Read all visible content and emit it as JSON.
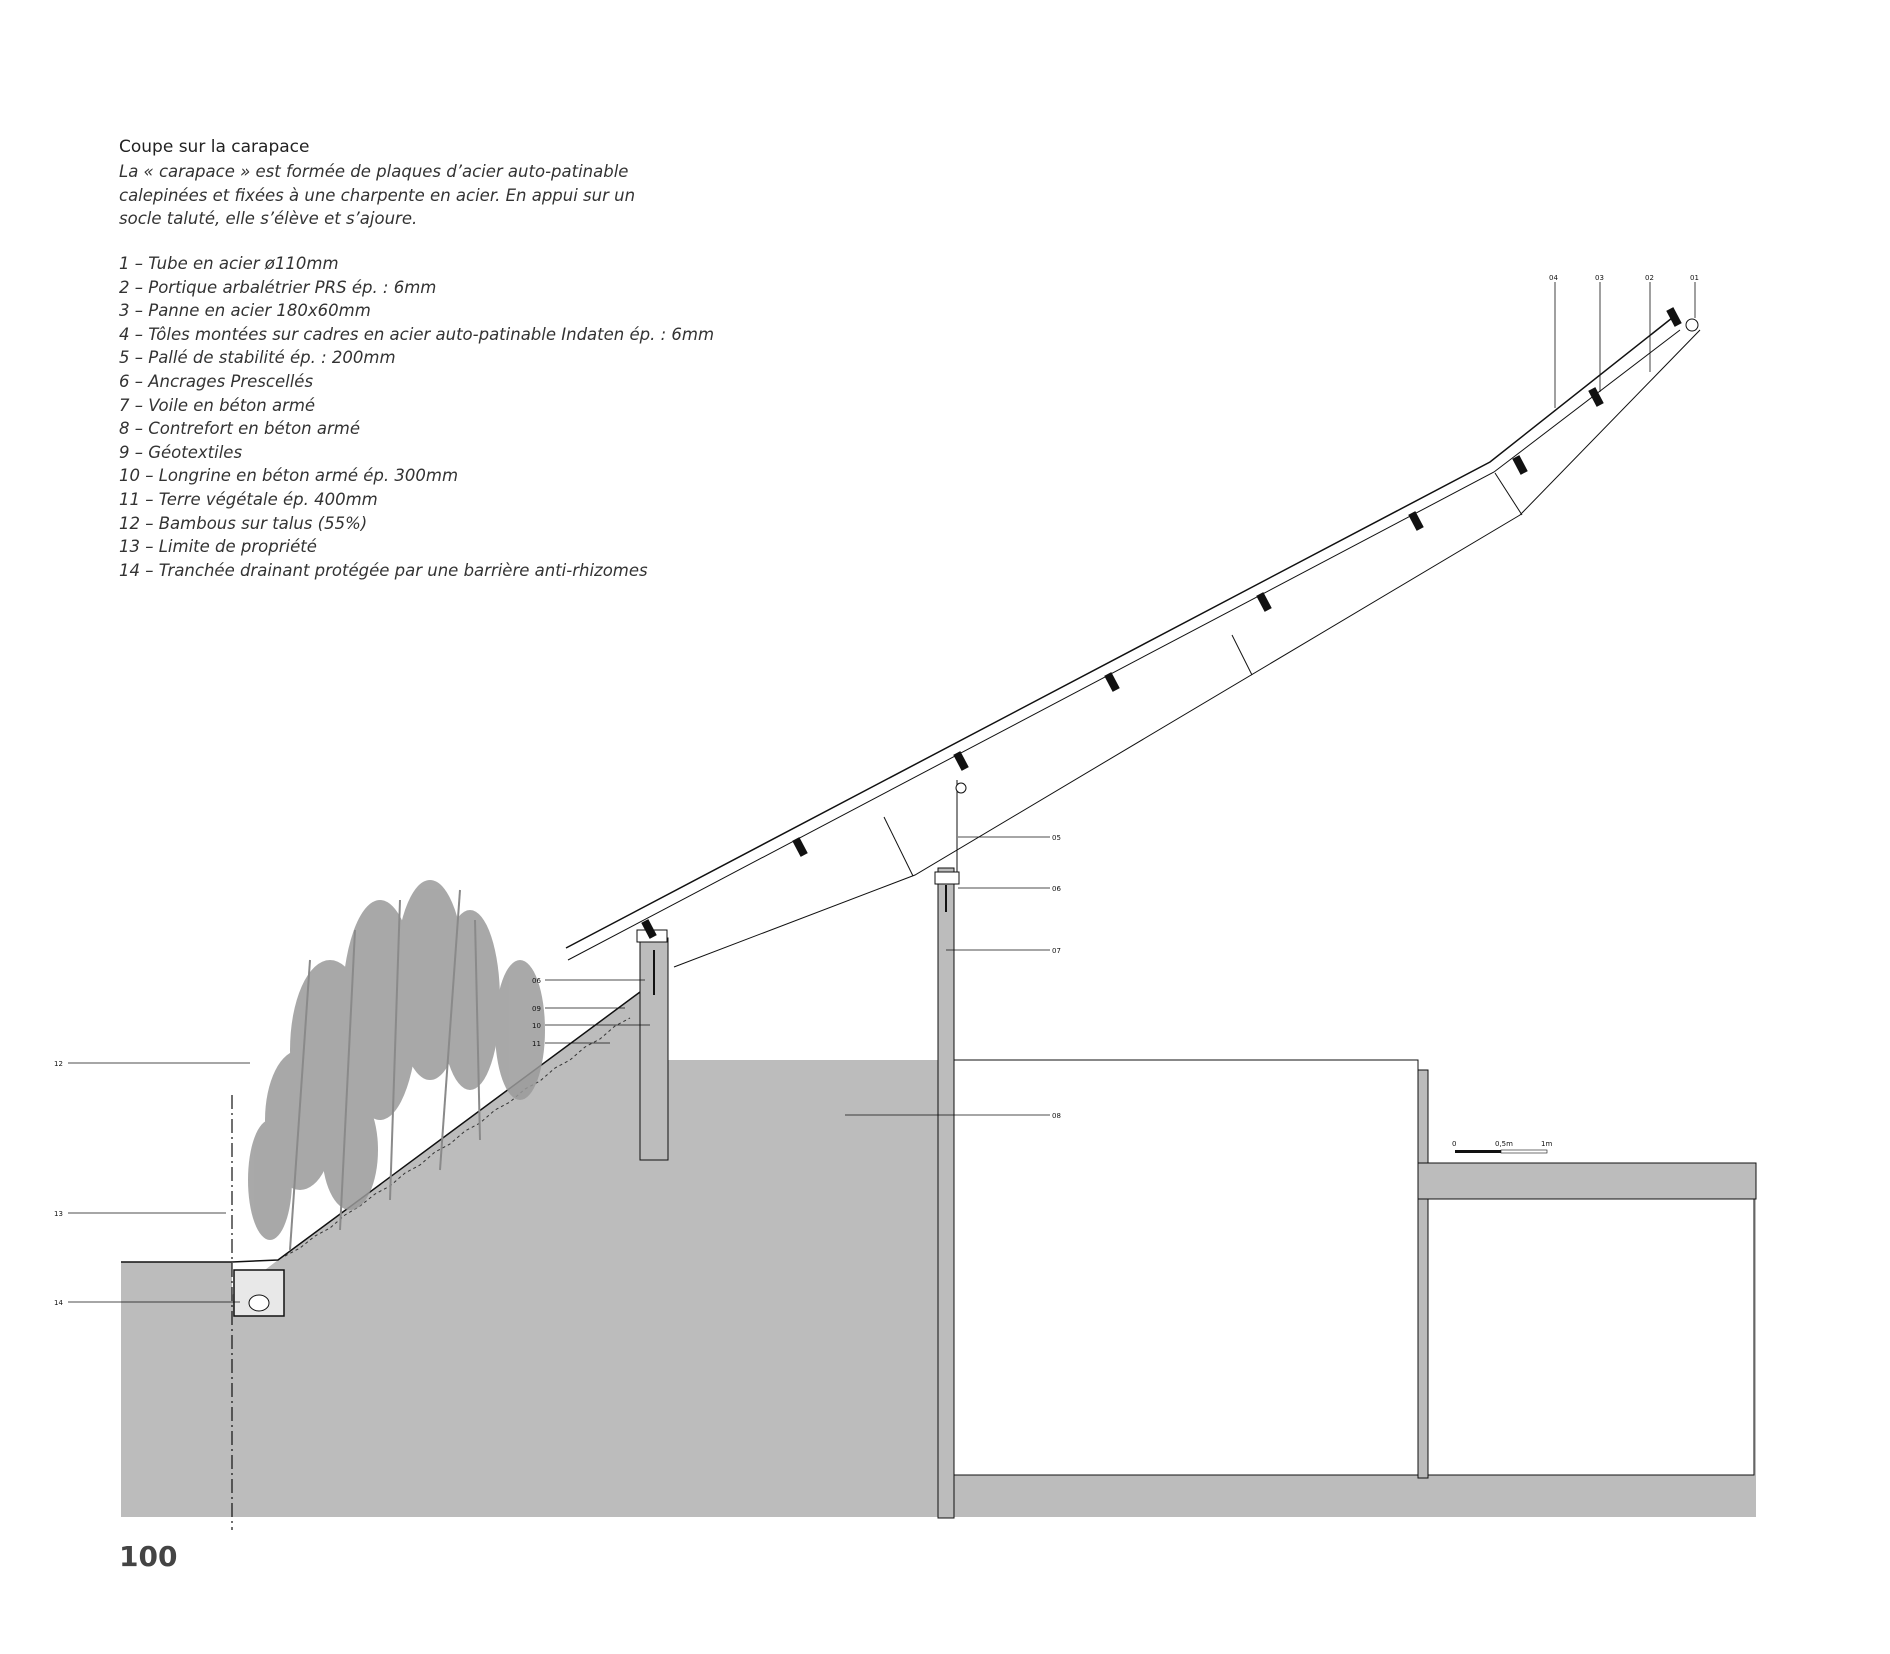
{
  "title": "Coupe sur la carapace",
  "description": "La « carapace » est formée de plaques d’acier auto-patinable calepinées et fixées à une charpente en acier. En appui sur un socle taluté, elle s’élève et s’ajoure.",
  "legend": [
    "1 – Tube en acier ø110mm",
    "2 – Portique arbalétrier PRS ép. : 6mm",
    "3 – Panne en acier 180x60mm",
    "4 – Tôles montées sur cadres en acier auto-patinable Indaten ép. : 6mm",
    "5 – Pallé de stabilité ép. : 200mm",
    "6 – Ancrages Prescellés",
    "7 – Voile en béton armé",
    "8 – Contrefort en béton armé",
    "9 – Géotextiles",
    "10 – Longrine en béton armé ép. 300mm",
    "11 – Terre végétale ép. 400mm",
    "12 – Bambous sur talus (55%)",
    "13 – Limite de propriété",
    "14 – Tranchée drainant protégée par une barrière anti-rhizomes"
  ],
  "callouts": {
    "c01": "01",
    "c02": "02",
    "c03": "03",
    "c04": "04",
    "c05": "05",
    "c06": "06",
    "c07": "07",
    "c08": "08",
    "c09": "09",
    "c10": "10",
    "c11": "11",
    "c12": "12",
    "c13": "13",
    "c14": "14",
    "c06b": "06"
  },
  "scale_bar": {
    "start": "0",
    "mid": "0,5m",
    "end": "1m"
  },
  "page_number": "100",
  "colors": {
    "concrete": "#bcbcbc",
    "line": "#111111",
    "bamboo": "#9a9a9a"
  }
}
